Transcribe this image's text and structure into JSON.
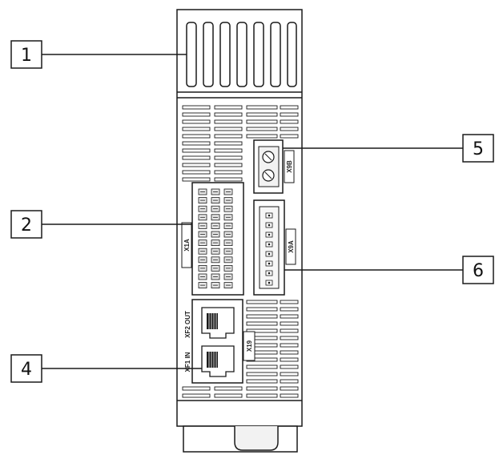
{
  "callouts": [
    "1",
    "2",
    "4",
    "5",
    "6"
  ],
  "connectors": {
    "x1a": "X1A",
    "x9b": "X9B",
    "x9a": "X9A",
    "x19": "X19",
    "xf1": "XF1 IN",
    "xf2": "XF2 OUT"
  },
  "colors": {
    "line": "#1a1a1a",
    "body": "#ffffff",
    "shade": "#e8e8e8"
  }
}
